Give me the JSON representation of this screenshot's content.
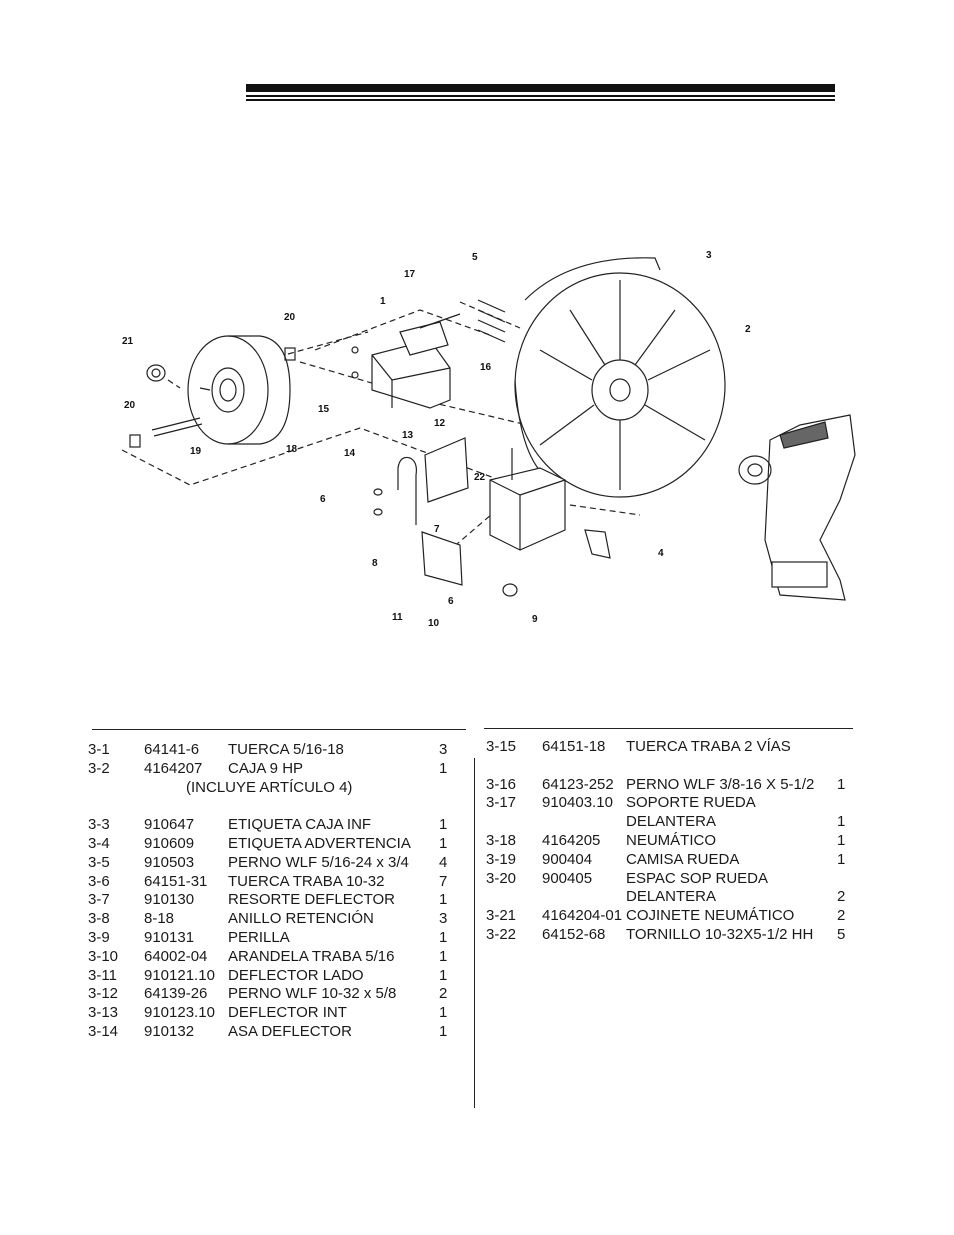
{
  "diagram": {
    "callouts": [
      "1",
      "2",
      "3",
      "4",
      "5",
      "6",
      "7",
      "8",
      "9",
      "10",
      "11",
      "12",
      "13",
      "14",
      "15",
      "16",
      "17",
      "18",
      "19",
      "20",
      "21",
      "22"
    ]
  },
  "parts_left": [
    {
      "ref": "3-1",
      "part": "64141-6",
      "desc": "TUERCA 5/16-18",
      "qty": "3"
    },
    {
      "ref": "3-2",
      "part": "4164207",
      "desc": "CAJA 9 HP",
      "qty": "1",
      "note": "(INCLUYE ARTÍCULO 4)"
    },
    {
      "ref": "3-3",
      "part": "910647",
      "desc": "ETIQUETA CAJA INF",
      "qty": "1"
    },
    {
      "ref": "3-4",
      "part": "910609",
      "desc": "ETIQUETA ADVERTENCIA",
      "qty": "1"
    },
    {
      "ref": "3-5",
      "part": "910503",
      "desc": "PERNO WLF 5/16-24 x 3/4",
      "qty": "4"
    },
    {
      "ref": "3-6",
      "part": "64151-31",
      "desc": "TUERCA TRABA 10-32",
      "qty": "7"
    },
    {
      "ref": "3-7",
      "part": "910130",
      "desc": "RESORTE DEFLECTOR",
      "qty": "1"
    },
    {
      "ref": "3-8",
      "part": "8-18",
      "desc": "ANILLO RETENCIÓN",
      "qty": "3"
    },
    {
      "ref": "3-9",
      "part": "910131",
      "desc": "PERILLA",
      "qty": "1"
    },
    {
      "ref": "3-10",
      "part": "64002-04",
      "desc": "ARANDELA TRABA 5/16",
      "qty": "1"
    },
    {
      "ref": "3-11",
      "part": "910121.10",
      "desc": "DEFLECTOR LADO",
      "qty": "1"
    },
    {
      "ref": "3-12",
      "part": "64139-26",
      "desc": "PERNO WLF 10-32 x 5/8",
      "qty": "2"
    },
    {
      "ref": "3-13",
      "part": "910123.10",
      "desc": "DEFLECTOR INT",
      "qty": "1"
    },
    {
      "ref": "3-14",
      "part": "910132",
      "desc": "ASA DEFLECTOR",
      "qty": "1"
    }
  ],
  "parts_right": [
    {
      "ref": "3-15",
      "part": "64151-18",
      "desc": "TUERCA TRABA 2 VÍAS",
      "qty": ""
    },
    {
      "ref": "3-16",
      "part": "64123-252",
      "desc": "PERNO WLF 3/8-16 X 5-1/2",
      "qty": "1"
    },
    {
      "ref": "3-17",
      "part": "910403.10",
      "desc": "SOPORTE RUEDA",
      "desc2": "DELANTERA",
      "qty": "1"
    },
    {
      "ref": "3-18",
      "part": "4164205",
      "desc": "NEUMÁTICO",
      "qty": "1"
    },
    {
      "ref": "3-19",
      "part": "900404",
      "desc": "CAMISA RUEDA",
      "qty": "1"
    },
    {
      "ref": "3-20",
      "part": "900405",
      "desc": "ESPAC SOP RUEDA",
      "desc2": "DELANTERA",
      "qty": "2"
    },
    {
      "ref": "3-21",
      "part": "4164204-01",
      "desc": "COJINETE NEUMÁTICO",
      "qty": "2"
    },
    {
      "ref": "3-22",
      "part": "64152-68",
      "desc": "TORNILLO 10-32X5-1/2 HH",
      "qty": "5"
    }
  ]
}
